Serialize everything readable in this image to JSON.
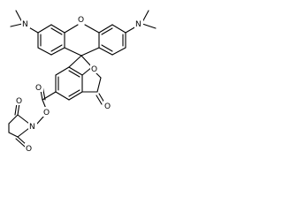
{
  "structure": {
    "atoms": {
      "o_xanthene": "O",
      "n_left": "N",
      "n_right": "N",
      "o_lactone": "O",
      "o_lactone_carbonyl": "O",
      "o_ester_carbonyl": "O",
      "o_ester_link": "O",
      "n_succinimide": "N",
      "o_succinimide_top": "O",
      "o_succinimide_bottom": "O"
    }
  }
}
